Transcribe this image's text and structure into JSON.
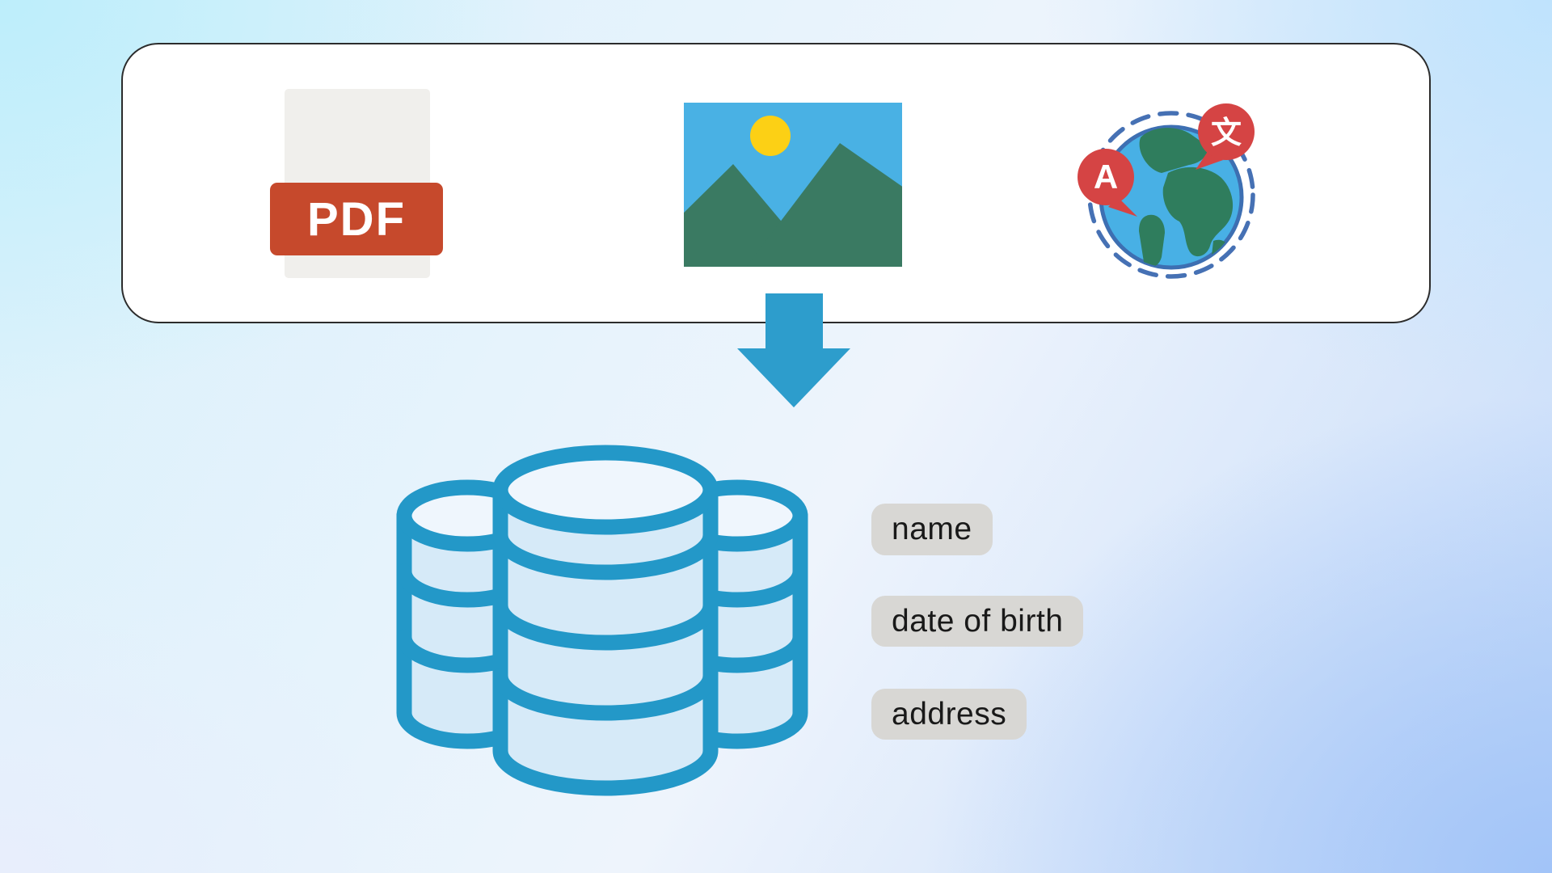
{
  "background": {
    "top_left_color": "#bdeefb",
    "top_right_color": "#bfe3fd",
    "bottom_left_color": "#eef2fc",
    "bottom_right_color": "#a2c4f8"
  },
  "panel": {
    "bg_color": "#ffffff",
    "border_color": "#2c2c2c"
  },
  "sources": {
    "pdf": {
      "label": "PDF",
      "accent_color": "#c6492c",
      "paper_color": "#f0efec",
      "text_line_count": 3
    },
    "image": {
      "sky_color": "#49b1e4",
      "sun_color": "#fcd015",
      "mountain_color": "#3a7a62"
    },
    "translation": {
      "latin_char": "A",
      "cjk_char": "文",
      "bubble_color": "#d54444",
      "globe_water_color": "#48b0e5",
      "globe_land_color": "#2f7d5d",
      "globe_outline_color": "#3d6fb2",
      "dashed_ring_color": "#4671b4"
    }
  },
  "arrow": {
    "direction": "down",
    "color": "#2d9dcc"
  },
  "database": {
    "stroke_color": "#2398c8",
    "body_fill_color": "#d6eaf8",
    "top_fill_color": "#eff6fd",
    "stack_count": 3
  },
  "fields": [
    {
      "label": "name"
    },
    {
      "label": "date of birth"
    },
    {
      "label": "address"
    }
  ]
}
